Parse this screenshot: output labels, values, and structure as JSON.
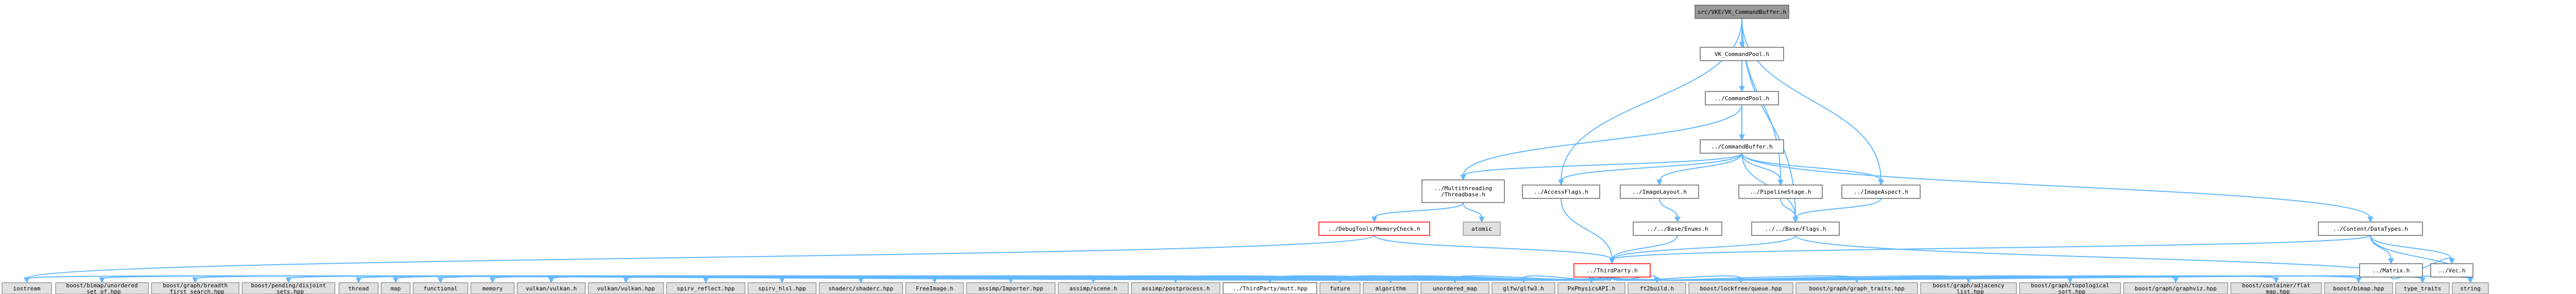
{
  "colors": {
    "edge": "#63b8ff",
    "node_fill_white": "#ffffff",
    "node_fill_gray": "#e0e0e0",
    "node_fill_root": "#999999",
    "border_default": "#666666",
    "border_gray": "#999999",
    "border_red": "#ff0000"
  },
  "nodes": {
    "root": {
      "lines": [
        "src/VKE/VK_CommandBuffer.h"
      ],
      "style": "root"
    },
    "vk_commandpool": {
      "lines": [
        "VK_CommandPool.h"
      ],
      "style": "normal"
    },
    "commandpool": {
      "lines": [
        "../CommandPool.h"
      ],
      "style": "normal"
    },
    "commandbuffer": {
      "lines": [
        "../CommandBuffer.h"
      ],
      "style": "normal"
    },
    "threadbase": {
      "lines": [
        "../Multithreading",
        "/Threadbase.h"
      ],
      "style": "normal"
    },
    "accessflags": {
      "lines": [
        "../AccessFlags.h"
      ],
      "style": "normal"
    },
    "imagelayout": {
      "lines": [
        "../ImageLayout.h"
      ],
      "style": "normal"
    },
    "pipelinestage": {
      "lines": [
        "../PipelineStage.h"
      ],
      "style": "normal"
    },
    "imageaspect": {
      "lines": [
        "../ImageAspect.h"
      ],
      "style": "normal"
    },
    "basesflags": {
      "lines": [
        "../../Base/Flags.h"
      ],
      "style": "normal"
    },
    "baseenums": {
      "lines": [
        "../../Base/Enums.h"
      ],
      "style": "normal"
    },
    "memcheck": {
      "lines": [
        "../DebugTools/MemoryCheck.h"
      ],
      "style": "red"
    },
    "atomic": {
      "lines": [
        "atomic"
      ],
      "style": "gray"
    },
    "contentdatatypes": {
      "lines": [
        "../Content/DataTypes.h"
      ],
      "style": "normal"
    },
    "thirdparty": {
      "lines": [
        "../ThirdParty.h"
      ],
      "style": "red"
    },
    "matrix": {
      "lines": [
        "../Matrix.h"
      ],
      "style": "normal"
    },
    "vec": {
      "lines": [
        "../Vec.h"
      ],
      "style": "normal"
    },
    "iostream": {
      "lines": [
        "iostream"
      ],
      "style": "gray"
    },
    "boost_unordered_set": {
      "lines": [
        "boost/bimap/unordered",
        "_set_of.hpp"
      ],
      "style": "gray"
    },
    "boost_bfs": {
      "lines": [
        "boost/graph/breadth",
        "_first_search.hpp"
      ],
      "style": "gray"
    },
    "boost_disjoint": {
      "lines": [
        "boost/pending/disjoint",
        "_sets.hpp"
      ],
      "style": "gray"
    },
    "thread": {
      "lines": [
        "thread"
      ],
      "style": "gray"
    },
    "map": {
      "lines": [
        "map"
      ],
      "style": "gray"
    },
    "functional": {
      "lines": [
        "functional"
      ],
      "style": "gray"
    },
    "memory": {
      "lines": [
        "memory"
      ],
      "style": "gray"
    },
    "vulkan_h": {
      "lines": [
        "vulkan/vulkan.h"
      ],
      "style": "gray"
    },
    "vulkan_hpp": {
      "lines": [
        "vulkan/vulkan.hpp"
      ],
      "style": "gray"
    },
    "spirv_reflect": {
      "lines": [
        "spirv_reflect.hpp"
      ],
      "style": "gray"
    },
    "spirv_hlsl": {
      "lines": [
        "spirv_hlsl.hpp"
      ],
      "style": "gray"
    },
    "shaderc": {
      "lines": [
        "shaderc/shaderc.hpp"
      ],
      "style": "gray"
    },
    "freeimage": {
      "lines": [
        "FreeImage.h"
      ],
      "style": "gray"
    },
    "assimp_importer": {
      "lines": [
        "assimp/Importer.hpp"
      ],
      "style": "gray"
    },
    "assimp_scene": {
      "lines": [
        "assimp/scene.h"
      ],
      "style": "gray"
    },
    "assimp_postprocess": {
      "lines": [
        "assimp/postprocess.h"
      ],
      "style": "gray"
    },
    "mutt": {
      "lines": [
        "../ThirdParty/mutt.hpp"
      ],
      "style": "normal"
    },
    "future": {
      "lines": [
        "future"
      ],
      "style": "gray"
    },
    "algorithm": {
      "lines": [
        "algorithm"
      ],
      "style": "gray"
    },
    "unordered_map": {
      "lines": [
        "unordered_map"
      ],
      "style": "gray"
    },
    "glfw3": {
      "lines": [
        "glfw/glfw3.h"
      ],
      "style": "gray"
    },
    "pxphysx": {
      "lines": [
        "PxPhysicsAPI.h"
      ],
      "style": "gray"
    },
    "ftbuild": {
      "lines": [
        "ft2build.h"
      ],
      "style": "gray"
    },
    "lockfree": {
      "lines": [
        "boost/lockfree/queue.hpp"
      ],
      "style": "gray"
    },
    "graph_traits": {
      "lines": [
        "boost/graph/graph_traits.hpp"
      ],
      "style": "gray"
    },
    "adjacency": {
      "lines": [
        "boost/graph/adjacency",
        "_list.hpp"
      ],
      "style": "gray"
    },
    "topological": {
      "lines": [
        "boost/graph/topological",
        "_sort.hpp"
      ],
      "style": "gray"
    },
    "graphviz": {
      "lines": [
        "boost/graph/graphviz.hpp"
      ],
      "style": "gray"
    },
    "flat_map": {
      "lines": [
        "boost/container/flat",
        "_map.hpp"
      ],
      "style": "gray"
    },
    "bimap": {
      "lines": [
        "boost/bimap.hpp"
      ],
      "style": "gray"
    },
    "type_traits": {
      "lines": [
        "type_traits"
      ],
      "style": "gray"
    },
    "string": {
      "lines": [
        "string"
      ],
      "style": "gray"
    }
  },
  "edges": [
    [
      "root",
      "vk_commandpool"
    ],
    [
      "root",
      "commandbuffer"
    ],
    [
      "root",
      "accessflags"
    ],
    [
      "root",
      "pipelinestage"
    ],
    [
      "root",
      "imageaspect"
    ],
    [
      "root",
      "basesflags"
    ],
    [
      "vk_commandpool",
      "commandpool"
    ],
    [
      "commandpool",
      "commandbuffer"
    ],
    [
      "commandpool",
      "threadbase"
    ],
    [
      "commandbuffer",
      "threadbase"
    ],
    [
      "commandbuffer",
      "accessflags"
    ],
    [
      "commandbuffer",
      "imagelayout"
    ],
    [
      "commandbuffer",
      "pipelinestage"
    ],
    [
      "commandbuffer",
      "imageaspect"
    ],
    [
      "commandbuffer",
      "basesflags"
    ],
    [
      "commandbuffer",
      "contentdatatypes"
    ],
    [
      "threadbase",
      "memcheck"
    ],
    [
      "threadbase",
      "atomic"
    ],
    [
      "accessflags",
      "thirdparty"
    ],
    [
      "imagelayout",
      "baseenums"
    ],
    [
      "pipelinestage",
      "basesflags"
    ],
    [
      "imageaspect",
      "basesflags"
    ],
    [
      "baseenums",
      "thirdparty"
    ],
    [
      "basesflags",
      "thirdparty"
    ],
    [
      "basesflags",
      "type_traits"
    ],
    [
      "memcheck",
      "iostream"
    ],
    [
      "memcheck",
      "thirdparty"
    ],
    [
      "contentdatatypes",
      "thirdparty"
    ],
    [
      "contentdatatypes",
      "matrix"
    ],
    [
      "contentdatatypes",
      "vec"
    ],
    [
      "contentdatatypes",
      "string"
    ],
    [
      "matrix",
      "vec"
    ],
    [
      "thirdparty",
      "iostream"
    ],
    [
      "thirdparty",
      "boost_unordered_set"
    ],
    [
      "thirdparty",
      "boost_bfs"
    ],
    [
      "thirdparty",
      "boost_disjoint"
    ],
    [
      "thirdparty",
      "thread"
    ],
    [
      "thirdparty",
      "map"
    ],
    [
      "thirdparty",
      "functional"
    ],
    [
      "thirdparty",
      "memory"
    ],
    [
      "thirdparty",
      "vulkan_h"
    ],
    [
      "thirdparty",
      "vulkan_hpp"
    ],
    [
      "thirdparty",
      "spirv_reflect"
    ],
    [
      "thirdparty",
      "spirv_hlsl"
    ],
    [
      "thirdparty",
      "shaderc"
    ],
    [
      "thirdparty",
      "freeimage"
    ],
    [
      "thirdparty",
      "assimp_importer"
    ],
    [
      "thirdparty",
      "assimp_scene"
    ],
    [
      "thirdparty",
      "assimp_postprocess"
    ],
    [
      "thirdparty",
      "mutt"
    ],
    [
      "thirdparty",
      "future"
    ],
    [
      "thirdparty",
      "algorithm"
    ],
    [
      "thirdparty",
      "unordered_map"
    ],
    [
      "thirdparty",
      "glfw3"
    ],
    [
      "thirdparty",
      "pxphysx"
    ],
    [
      "thirdparty",
      "ftbuild"
    ],
    [
      "thirdparty",
      "lockfree"
    ],
    [
      "thirdparty",
      "graph_traits"
    ],
    [
      "thirdparty",
      "adjacency"
    ],
    [
      "thirdparty",
      "topological"
    ],
    [
      "thirdparty",
      "graphviz"
    ],
    [
      "thirdparty",
      "flat_map"
    ],
    [
      "thirdparty",
      "bimap"
    ],
    [
      "thirdparty",
      "type_traits"
    ],
    [
      "thirdparty",
      "string"
    ]
  ]
}
